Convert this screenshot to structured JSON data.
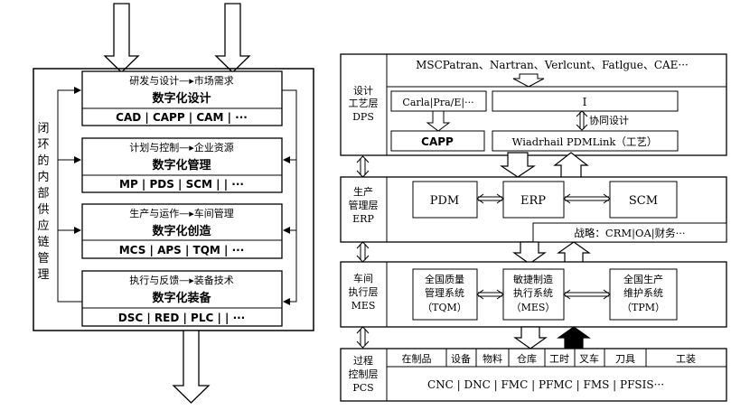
{
  "left": {
    "side_label": [
      "闭",
      "环",
      "的",
      "内",
      "部",
      "供",
      "应",
      "链",
      "管",
      "理"
    ],
    "blocks": [
      {
        "subtitle": "研发与设计—▸市场需求",
        "title": "数字化设计",
        "items": "CAD | CAPP | CAM | ···"
      },
      {
        "subtitle": "计划与控制—▸企业资源",
        "title": "数字化管理",
        "items": "MP | PDS | SCM | | ···"
      },
      {
        "subtitle": "生产与运作—▸车间管理",
        "title": "数字化创造",
        "items": "MCS | APS | TQM | ···"
      },
      {
        "subtitle": "执行与反馈—▸装备技术",
        "title": "数字化装备",
        "items": "DSC | RED | PLC | | ···"
      }
    ]
  },
  "right": {
    "dps": {
      "label": [
        "设计",
        "工艺层",
        "DPS"
      ],
      "top_bar": "MSCPatran、Nartran、Verlcunt、Fatlgue、CAE···",
      "carla": "Carla|Pra/E|···",
      "i_box": "I",
      "collab": "协同设计",
      "capp": "CAPP",
      "pdm_link": "Wiadrhail PDMLink（工艺）"
    },
    "erp": {
      "label": [
        "生产",
        "管理层",
        "ERP"
      ],
      "pdm": "PDM",
      "erp": "ERP",
      "scm": "SCM",
      "strategy": "战略：CRM|OA|财务···"
    },
    "mes": {
      "label": [
        "车间",
        "执行层",
        "MES"
      ],
      "tqm": [
        "全国质量",
        "管理系统",
        "（TQM）"
      ],
      "mes": [
        "敏捷制造",
        "执行系统",
        "（MES）"
      ],
      "tpm": [
        "全国生产",
        "维护系统",
        "（TPM）"
      ]
    },
    "pcs": {
      "label": [
        "过程",
        "控制层",
        "PCS"
      ],
      "cells": [
        "在制品",
        "设备",
        "物料",
        "仓库",
        "工时",
        "叉车",
        "刀具",
        "工装"
      ],
      "bottom": "CNC | DNC | FMC | PFMC | FMS | PFSIS···"
    }
  }
}
